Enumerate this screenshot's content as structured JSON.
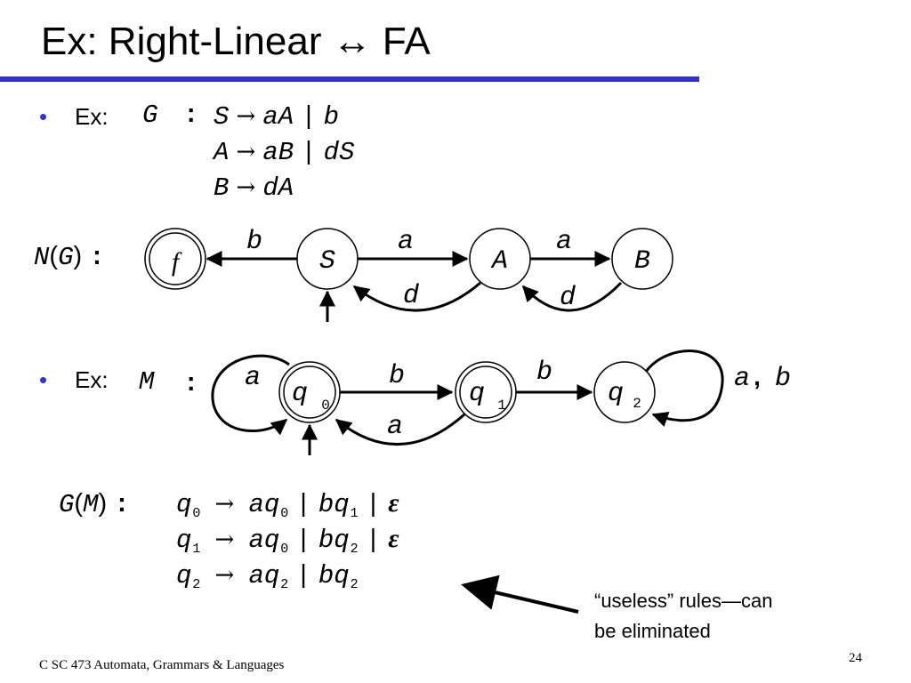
{
  "title": "Ex: Right-Linear ↔ FA",
  "bullet_char": "•",
  "ex1": {
    "label": "Ex:",
    "g": "G",
    "colon": ":",
    "rules": [
      {
        "lhs": "S",
        "arrow": "→",
        "rhs_a": "aA",
        "sep": "|",
        "rhs_b": "b"
      },
      {
        "lhs": "A",
        "arrow": "→",
        "rhs_a": "aB",
        "sep": "|",
        "rhs_b": "dS"
      },
      {
        "lhs": "B",
        "arrow": "→",
        "rhs_a": "dA"
      }
    ]
  },
  "ng": {
    "n": "N",
    "open": "(",
    "g": "G",
    "close": ")",
    "colon": ":",
    "states": [
      "f",
      "S",
      "A",
      "B"
    ],
    "edges": {
      "f_b": "b",
      "s_a": "a",
      "a_a": "a",
      "a_d": "d",
      "b_d": "d"
    }
  },
  "ex2": {
    "label": "Ex:",
    "m": "M",
    "colon": ":",
    "states": [
      {
        "name": "q",
        "sub": "0"
      },
      {
        "name": "q",
        "sub": "1"
      },
      {
        "name": "q",
        "sub": "2"
      }
    ],
    "edges": {
      "q0_loop": "a",
      "q0_q1": "b",
      "q1_q0": "a",
      "q1_q2": "b",
      "q2_loop_a": "a",
      "q2_loop_comma": ",",
      "q2_loop_b": "b"
    }
  },
  "gm": {
    "g": "G",
    "open": "(",
    "m": "M",
    "close": ")",
    "colon": ":",
    "arrow": "→",
    "sep": "|",
    "epsilon": "ε",
    "rules": [
      {
        "lhs_sub": "0",
        "a_sub": "0",
        "b_sub": "1"
      },
      {
        "lhs_sub": "1",
        "a_sub": "0",
        "b_sub": "2"
      },
      {
        "lhs_sub": "2",
        "a_sub": "2",
        "b_sub": "2"
      }
    ],
    "sym_q": "q",
    "sym_a": "a",
    "sym_b": "b"
  },
  "note": {
    "line1": "“useless” rules—can",
    "line2": "be eliminated"
  },
  "footer": "C SC 473 Automata, Grammars & Languages",
  "page_number": "24",
  "colors": {
    "accent": "#3333cc"
  }
}
